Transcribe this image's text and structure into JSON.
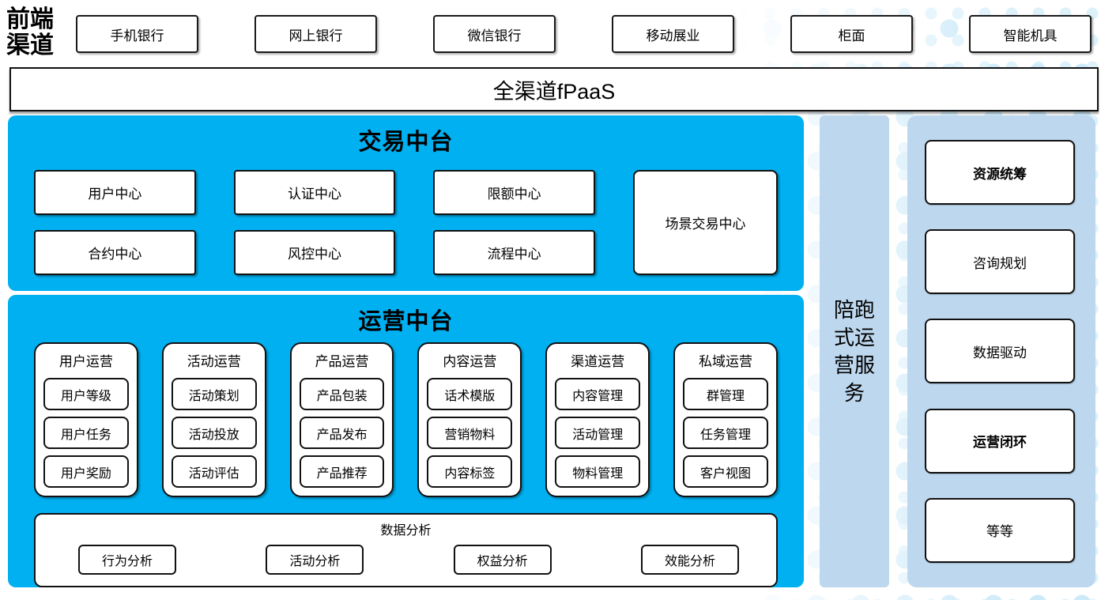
{
  "colors": {
    "accent_blue": "#00b0f0",
    "panel_blue": "#bdd7ee",
    "dot_blue": "#d9eefa",
    "border_black": "#111111"
  },
  "front_channels": {
    "label": "前端\n渠道",
    "items": [
      "手机银行",
      "网上银行",
      "微信银行",
      "移动展业",
      "柜面",
      "智能机具"
    ]
  },
  "fpaas": {
    "label": "全渠道fPaaS"
  },
  "trade_platform": {
    "title": "交易中台",
    "row1": [
      "用户中心",
      "认证中心",
      "限额中心"
    ],
    "row2": [
      "合约中心",
      "风控中心",
      "流程中心"
    ],
    "side_box": "场景交易中心"
  },
  "ops_platform": {
    "title": "运营中台",
    "columns": [
      {
        "title": "用户运营",
        "items": [
          "用户等级",
          "用户任务",
          "用户奖励"
        ]
      },
      {
        "title": "活动运营",
        "items": [
          "活动策划",
          "活动投放",
          "活动评估"
        ]
      },
      {
        "title": "产品运营",
        "items": [
          "产品包装",
          "产品发布",
          "产品推荐"
        ]
      },
      {
        "title": "内容运营",
        "items": [
          "话术模版",
          "营销物料",
          "内容标签"
        ]
      },
      {
        "title": "渠道运营",
        "items": [
          "内容管理",
          "活动管理",
          "物料管理"
        ]
      },
      {
        "title": "私域运营",
        "items": [
          "群管理",
          "任务管理",
          "客户视图"
        ]
      }
    ],
    "data_analysis": {
      "title": "数据分析",
      "items": [
        "行为分析",
        "活动分析",
        "权益分析",
        "效能分析"
      ]
    }
  },
  "runner_bar": {
    "label": "陪跑式运营服务"
  },
  "right_panel": {
    "items": [
      {
        "label": "资源统筹",
        "bold": true
      },
      {
        "label": "咨询规划",
        "bold": false
      },
      {
        "label": "数据驱动",
        "bold": false
      },
      {
        "label": "运营闭环",
        "bold": true
      },
      {
        "label": "等等",
        "bold": false
      }
    ]
  }
}
